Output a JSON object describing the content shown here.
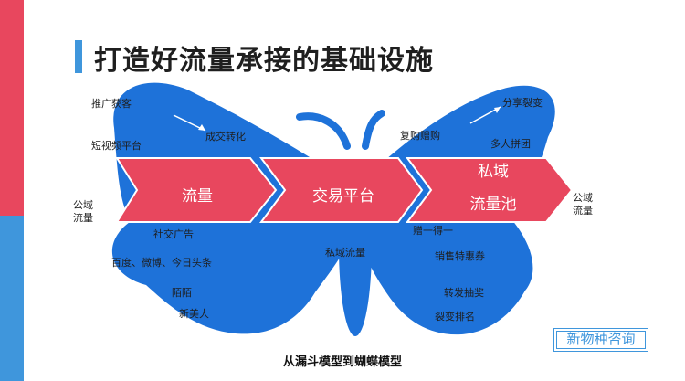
{
  "title": "打造好流量承接的基础设施",
  "caption": "从漏斗模型到蝴蝶模型",
  "brand": "新物种咨询",
  "colors": {
    "wing": "#1e72d9",
    "arrow": "#e8475e",
    "stripe_red": "#e8475e",
    "stripe_blue": "#3f96dc",
    "title": "#1f1f1f"
  },
  "left_side": {
    "public_traffic": "公域流量",
    "items": [
      "推广获客",
      "成交转化",
      "短视频平台",
      "社交广告",
      "百度、微博、今日头条",
      "陌陌",
      "新美大"
    ]
  },
  "right_side": {
    "public_traffic": "公域流量",
    "items": [
      "分享裂变",
      "复购赠购",
      "多人拼团",
      "赠一得一",
      "销售特惠券",
      "转发抽奖",
      "裂变排名"
    ]
  },
  "center": {
    "private_traffic": "私域流量"
  },
  "stages": [
    {
      "label": "流量"
    },
    {
      "label": "交易平台"
    },
    {
      "label_line1": "私域",
      "label_line2": "流量池"
    }
  ]
}
